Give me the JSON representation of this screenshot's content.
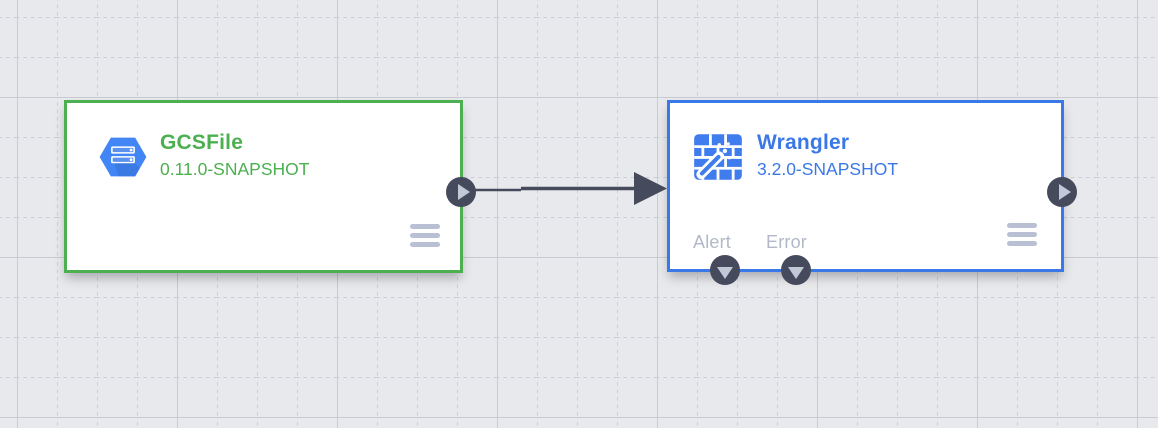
{
  "canvas": {
    "background_color": "#e8e9ec",
    "grid_minor_color": "#c7cbd8",
    "grid_major_color": "#c6c8d0"
  },
  "nodes": [
    {
      "id": "gcsfile",
      "title": "GCSFile",
      "version": "0.11.0-SNAPSHOT",
      "accent_color": "#4caf50",
      "icon": "gcs-bucket-icon",
      "menu_icon": "hamburger-menu-icon",
      "output_port": "output-port"
    },
    {
      "id": "wrangler",
      "title": "Wrangler",
      "version": "3.2.0-SNAPSHOT",
      "accent_color": "#3b78e7",
      "icon": "wrangler-wand-icon",
      "menu_icon": "hamburger-menu-icon",
      "output_port": "output-port",
      "alert_label": "Alert",
      "error_label": "Error"
    }
  ],
  "connections": [
    {
      "from": "gcsfile",
      "to": "wrangler"
    }
  ],
  "colors": {
    "wire": "#454b5c",
    "endpoint_circle": "#454b5c",
    "endpoint_glyph": "#c3c8d7",
    "menu_bars": "#b9c0d4",
    "port_label": "#b2b8c8",
    "node_background": "#ffffff",
    "gcs_icon_blue": "#4285f4",
    "wrangler_icon_blue": "#3f7cee"
  }
}
